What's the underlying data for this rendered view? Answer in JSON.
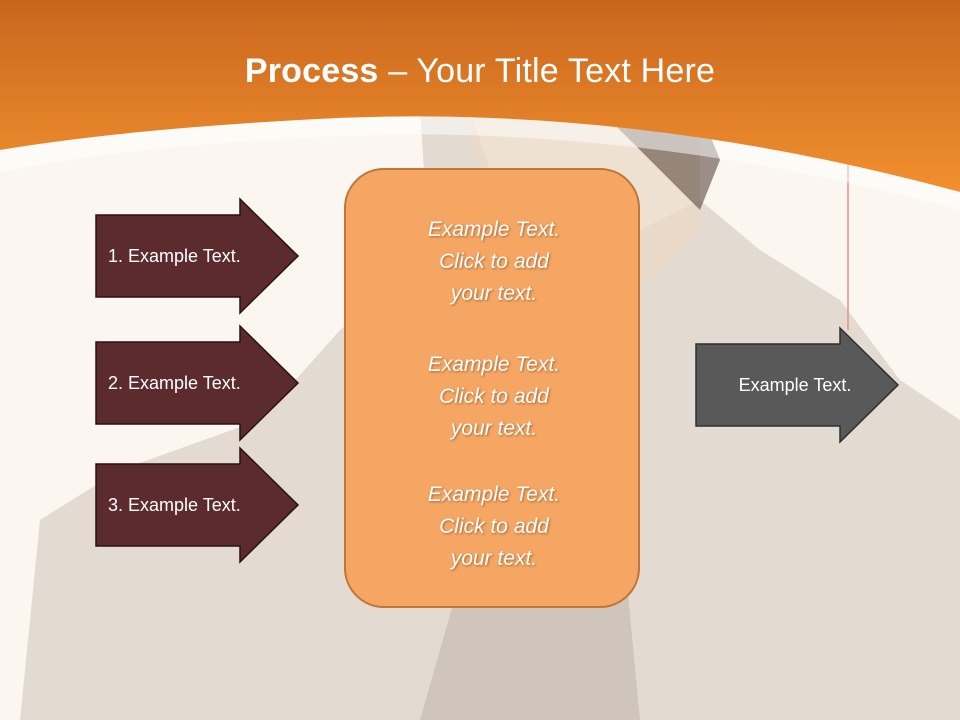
{
  "title": {
    "bold": "Process",
    "rest": " – Your Title Text Here"
  },
  "colors": {
    "header_orange": "#f08a2c",
    "arrow_dark": "#5c2b2e",
    "arrow_gray": "#595959",
    "box_orange": "#f5a663"
  },
  "left_arrows": [
    {
      "label": "1. Example Text."
    },
    {
      "label": "2. Example Text."
    },
    {
      "label": "3. Example Text."
    }
  ],
  "center_box": {
    "paragraphs": [
      {
        "line1": "Example Text.",
        "line2": "Click  to add",
        "line3": "your text."
      },
      {
        "line1": "Example Text.",
        "line2": "Click  to add",
        "line3": "your text."
      },
      {
        "line1": "Example Text.",
        "line2": "Click  to add",
        "line3": "your text."
      }
    ]
  },
  "right_arrow": {
    "label": "Example Text."
  }
}
